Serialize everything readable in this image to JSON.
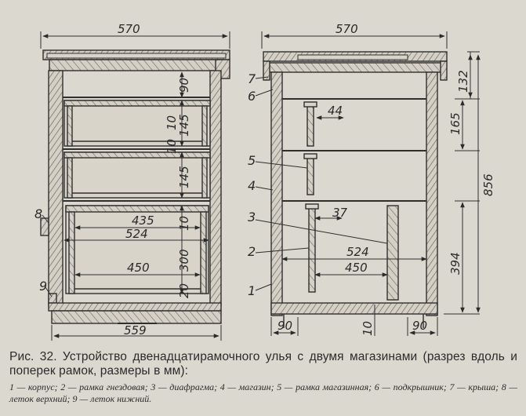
{
  "figure": {
    "caption": "Рис. 32. Устройство двенадцатирамочного улья с двумя магазинами (разрез вдоль и поперек рамок, размеры в мм):",
    "legend": "1 — корпус; 2 — рамка гнездовая; 3 — диафрагма; 4 — магазин; 5 — рамка магазинная; 6 — подкрышник; 7 — крыша; 8 — леток верхний; 9 — леток нижний."
  },
  "left_view": {
    "dims": {
      "width_top": "570",
      "d90": "90",
      "d10_a": "10",
      "d145_a": "145",
      "d10_b": "10",
      "d145_b": "145",
      "d10_c": "10",
      "d435": "435",
      "d524": "524",
      "d300": "300",
      "d450": "450",
      "d20": "20",
      "width_bottom": "559"
    },
    "labels": {
      "label8": "8",
      "label9": "9"
    }
  },
  "right_view": {
    "dims": {
      "width_top": "570",
      "d44": "44",
      "d37": "37",
      "d524": "524",
      "d450": "450",
      "d132": "132",
      "d165": "165",
      "d856": "856",
      "d394": "394",
      "d90_left": "90",
      "d10": "10",
      "d90_right": "90"
    },
    "labels": {
      "label7": "7",
      "label6": "6",
      "label5": "5",
      "label4": "4",
      "label3": "3",
      "label2": "2",
      "label1": "1"
    }
  }
}
